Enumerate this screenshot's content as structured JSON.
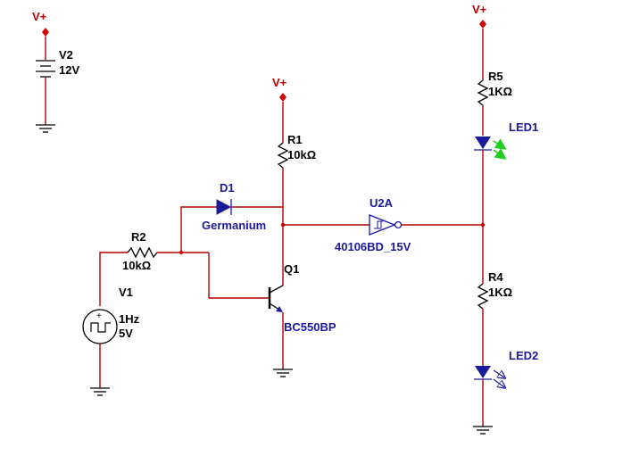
{
  "rails": {
    "v2_rail": "V+",
    "q1_rail": "V+",
    "right_rail": "V+"
  },
  "components": {
    "v2": {
      "name": "V2",
      "value": "12V"
    },
    "v1": {
      "name": "V1",
      "freq": "1Hz",
      "amp": "5V"
    },
    "r1": {
      "name": "R1",
      "value": "10kΩ"
    },
    "r2": {
      "name": "R2",
      "value": "10kΩ"
    },
    "r4": {
      "name": "R4",
      "value": "1KΩ"
    },
    "r5": {
      "name": "R5",
      "value": "1KΩ"
    },
    "d1": {
      "name": "D1",
      "value": "Germanium"
    },
    "q1": {
      "name": "Q1",
      "value": "BC550BP"
    },
    "u2a": {
      "name": "U2A",
      "value": "40106BD_15V"
    },
    "led1": {
      "name": "LED1"
    },
    "led2": {
      "name": "LED2"
    }
  },
  "colors": {
    "wire": "#b40000",
    "label_blue": "#1a1aa0",
    "led1_arrows": "#22cc22",
    "led2_arrows": "#1a1aa0",
    "rail_text": "#c00000"
  }
}
